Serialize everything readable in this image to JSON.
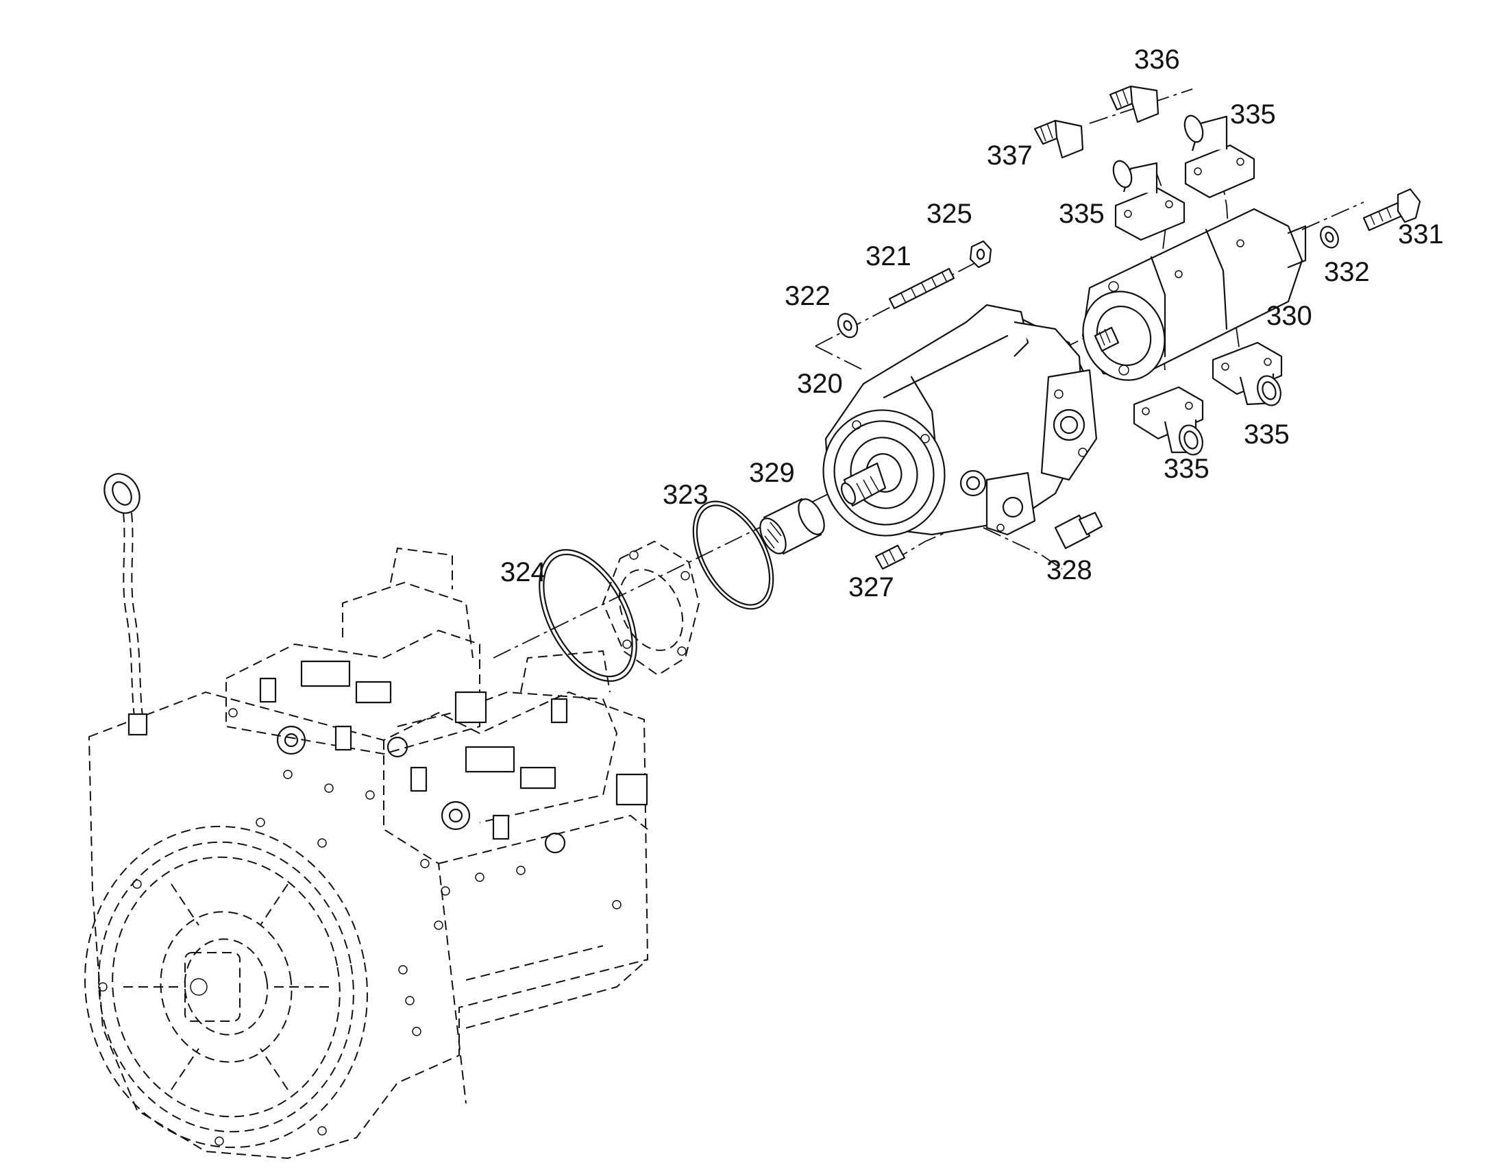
{
  "callouts": {
    "c320": "320",
    "c321": "321",
    "c322": "322",
    "c323": "323",
    "c324": "324",
    "c325": "325",
    "c327": "327",
    "c328": "328",
    "c329": "329",
    "c330": "330",
    "c331": "331",
    "c332": "332",
    "c335a": "335",
    "c335b": "335",
    "c335c": "335",
    "c335d": "335",
    "c336": "336",
    "c337": "337"
  },
  "colors": {
    "line": "#111111",
    "background": "#ffffff"
  }
}
